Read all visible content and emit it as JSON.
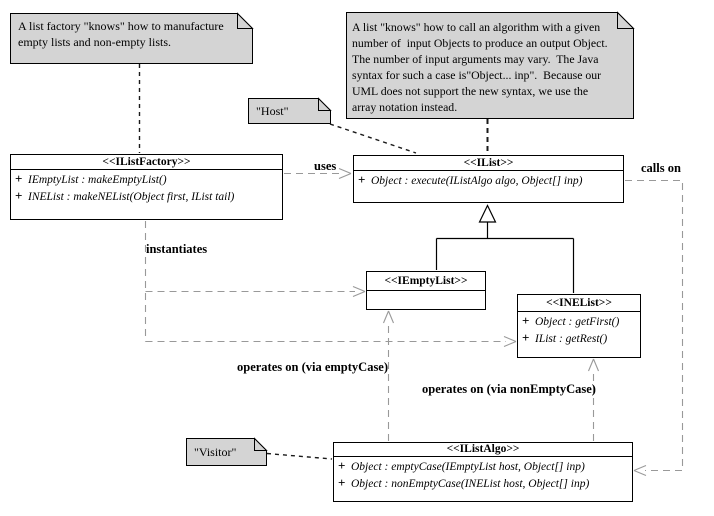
{
  "notes": {
    "factory": {
      "text": "A list factory \"knows\" how to manufacture\nempty lists and non-empty lists."
    },
    "list": {
      "text": "A list \"knows\" how to call an algorithm with a given\nnumber of  input Objects to produce an output Object.\nThe number of input arguments may vary.  The Java\nsyntax for such a case is\"Object... inp\".  Because our\nUML does not support the new syntax, we use the\narray notation instead."
    },
    "host": {
      "text": "\"Host\""
    },
    "visitor": {
      "text": "\"Visitor\""
    }
  },
  "classes": {
    "factory": {
      "title": "<<IListFactory>>",
      "methods": [
        {
          "vis": "+",
          "sig": "IEmptyList : makeEmptyList()"
        },
        {
          "vis": "+",
          "sig": "INEList : makeNEList(Object first, IList tail)"
        }
      ]
    },
    "list": {
      "title": "<<IList>>",
      "methods": [
        {
          "vis": "+",
          "sig": "Object : execute(IListAlgo algo, Object[] inp)"
        }
      ]
    },
    "empty": {
      "title": "<<IEmptyList>>",
      "methods": []
    },
    "ne": {
      "title": "<<INEList>>",
      "methods": [
        {
          "vis": "+",
          "sig": "Object : getFirst()"
        },
        {
          "vis": "+",
          "sig": "IList : getRest()"
        }
      ]
    },
    "algo": {
      "title": "<<IListAlgo>>",
      "methods": [
        {
          "vis": "+",
          "sig": "Object : emptyCase(IEmptyList host, Object[] inp)"
        },
        {
          "vis": "+",
          "sig": "Object : nonEmptyCase(INEList host, Object[] inp)"
        }
      ]
    }
  },
  "edge_labels": {
    "uses": "uses",
    "calls_on": "calls on",
    "instantiates": "instantiates",
    "operates_empty": "operates on (via emptyCase)",
    "operates_nonempty": "operates on (via nonEmptyCase)"
  },
  "colors": {
    "note_fill": "#d4d4d4",
    "dependency_line": "#999999",
    "note_line": "#1a1a1a",
    "solid_line": "#000000"
  }
}
